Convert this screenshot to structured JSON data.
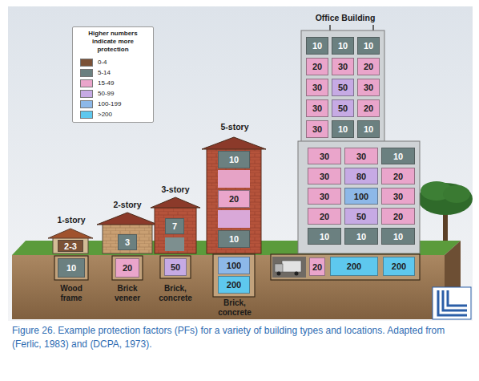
{
  "diagram": {
    "caption": "Figure 26. Example protection factors (PFs) for a variety of building types and locations. Adapted from (Ferlic, 1983) and (DCPA, 1973).",
    "nodes": [
      {
        "text": [
          "1-story",
          "Wood frame"
        ]
      },
      {
        "text": [
          "2-3"
        ],
        "in": 0
      },
      {
        "text": [
          "10"
        ],
        "in": 0
      },
      {
        "text": [
          "2-story",
          "Brick veneer"
        ]
      },
      {
        "text": [
          "3"
        ],
        "in": 3
      },
      {
        "text": [
          "20"
        ],
        "in": 3
      },
      {
        "text": [
          "3-story",
          "Brick, concrete"
        ]
      },
      {
        "text": [
          "7"
        ],
        "in": 6
      },
      {
        "text": [
          "50"
        ],
        "in": 6
      },
      {
        "text": [
          "5-story",
          "Brick, concrete"
        ]
      },
      {
        "text": [
          "10"
        ],
        "in": 9
      },
      {
        "text": [
          "20"
        ],
        "in": 9
      },
      {
        "text": [
          "10"
        ],
        "in": 9
      },
      {
        "text": [
          "100"
        ],
        "in": 9
      },
      {
        "text": [
          "200"
        ],
        "in": 9
      },
      {
        "text": [
          "Office Building"
        ]
      },
      {
        "text": [
          "10"
        ],
        "in": 15
      },
      {
        "text": [
          "10"
        ],
        "in": 15
      },
      {
        "text": [
          "10"
        ],
        "in": 15
      },
      {
        "text": [
          "20"
        ],
        "in": 15
      },
      {
        "text": [
          "30"
        ],
        "in": 15
      },
      {
        "text": [
          "20"
        ],
        "in": 15
      },
      {
        "text": [
          "30"
        ],
        "in": 15
      },
      {
        "text": [
          "50"
        ],
        "in": 15
      },
      {
        "text": [
          "30"
        ],
        "in": 15
      },
      {
        "text": [
          "30"
        ],
        "in": 15
      },
      {
        "text": [
          "50"
        ],
        "in": 15
      },
      {
        "text": [
          "20"
        ],
        "in": 15
      },
      {
        "text": [
          "30"
        ],
        "in": 15
      },
      {
        "text": [
          "10"
        ],
        "in": 15
      },
      {
        "text": [
          "10"
        ],
        "in": 15
      },
      {
        "text": [
          "30"
        ],
        "in": 15
      },
      {
        "text": [
          "30"
        ],
        "in": 15
      },
      {
        "text": [
          "10"
        ],
        "in": 15
      },
      {
        "text": [
          "30"
        ],
        "in": 15
      },
      {
        "text": [
          "80"
        ],
        "in": 15
      },
      {
        "text": [
          "20"
        ],
        "in": 15
      },
      {
        "text": [
          "30"
        ],
        "in": 15
      },
      {
        "text": [
          "100"
        ],
        "in": 15
      },
      {
        "text": [
          "30"
        ],
        "in": 15
      },
      {
        "text": [
          "20"
        ],
        "in": 15
      },
      {
        "text": [
          "50"
        ],
        "in": 15
      },
      {
        "text": [
          "20"
        ],
        "in": 15
      },
      {
        "text": [
          "10"
        ],
        "in": 15
      },
      {
        "text": [
          "10"
        ],
        "in": 15
      },
      {
        "text": [
          "10"
        ],
        "in": 15
      },
      {
        "text": [
          "20"
        ],
        "in": 15
      },
      {
        "text": [
          "200"
        ],
        "in": 15
      },
      {
        "text": [
          "200"
        ],
        "in": 15
      }
    ],
    "labels": [
      "Higher numbers indicate more protection"
    ],
    "legend": [
      {
        "text": "0-4",
        "color": "#7b5136"
      },
      {
        "text": "5-14",
        "color": "#6b8080"
      },
      {
        "text": "15-49",
        "color": "#eaa5cb"
      },
      {
        "text": "50-99",
        "color": "#c6aae4"
      },
      {
        "text": "100-199",
        "color": "#8db8e8"
      },
      {
        "text": ">200",
        "color": "#5ec8ee"
      }
    ]
  }
}
